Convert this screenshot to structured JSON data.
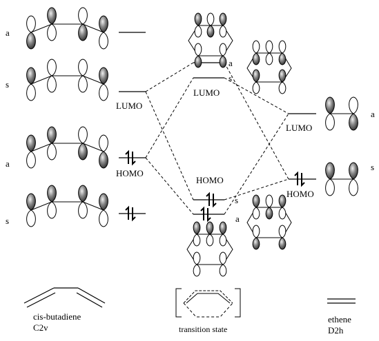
{
  "symmetry": {
    "butadiene": [
      "a",
      "s",
      "a",
      "s"
    ],
    "ts_upper": [
      "a",
      "s"
    ],
    "ts_lower": [
      "s",
      "a"
    ],
    "ethene": [
      "a",
      "s"
    ]
  },
  "orbital_labels": {
    "butadiene_lumo": "LUMO",
    "butadiene_homo": "HOMO",
    "ts_lumo": "LUMO",
    "ts_homo": "HOMO",
    "ethene_lumo": "LUMO",
    "ethene_homo": "HOMO"
  },
  "captions": {
    "butadiene_name": "cis-butadiene",
    "butadiene_group": "C2v",
    "ts": "transition state",
    "ethene_name": "ethene",
    "ethene_group": "D2h"
  }
}
